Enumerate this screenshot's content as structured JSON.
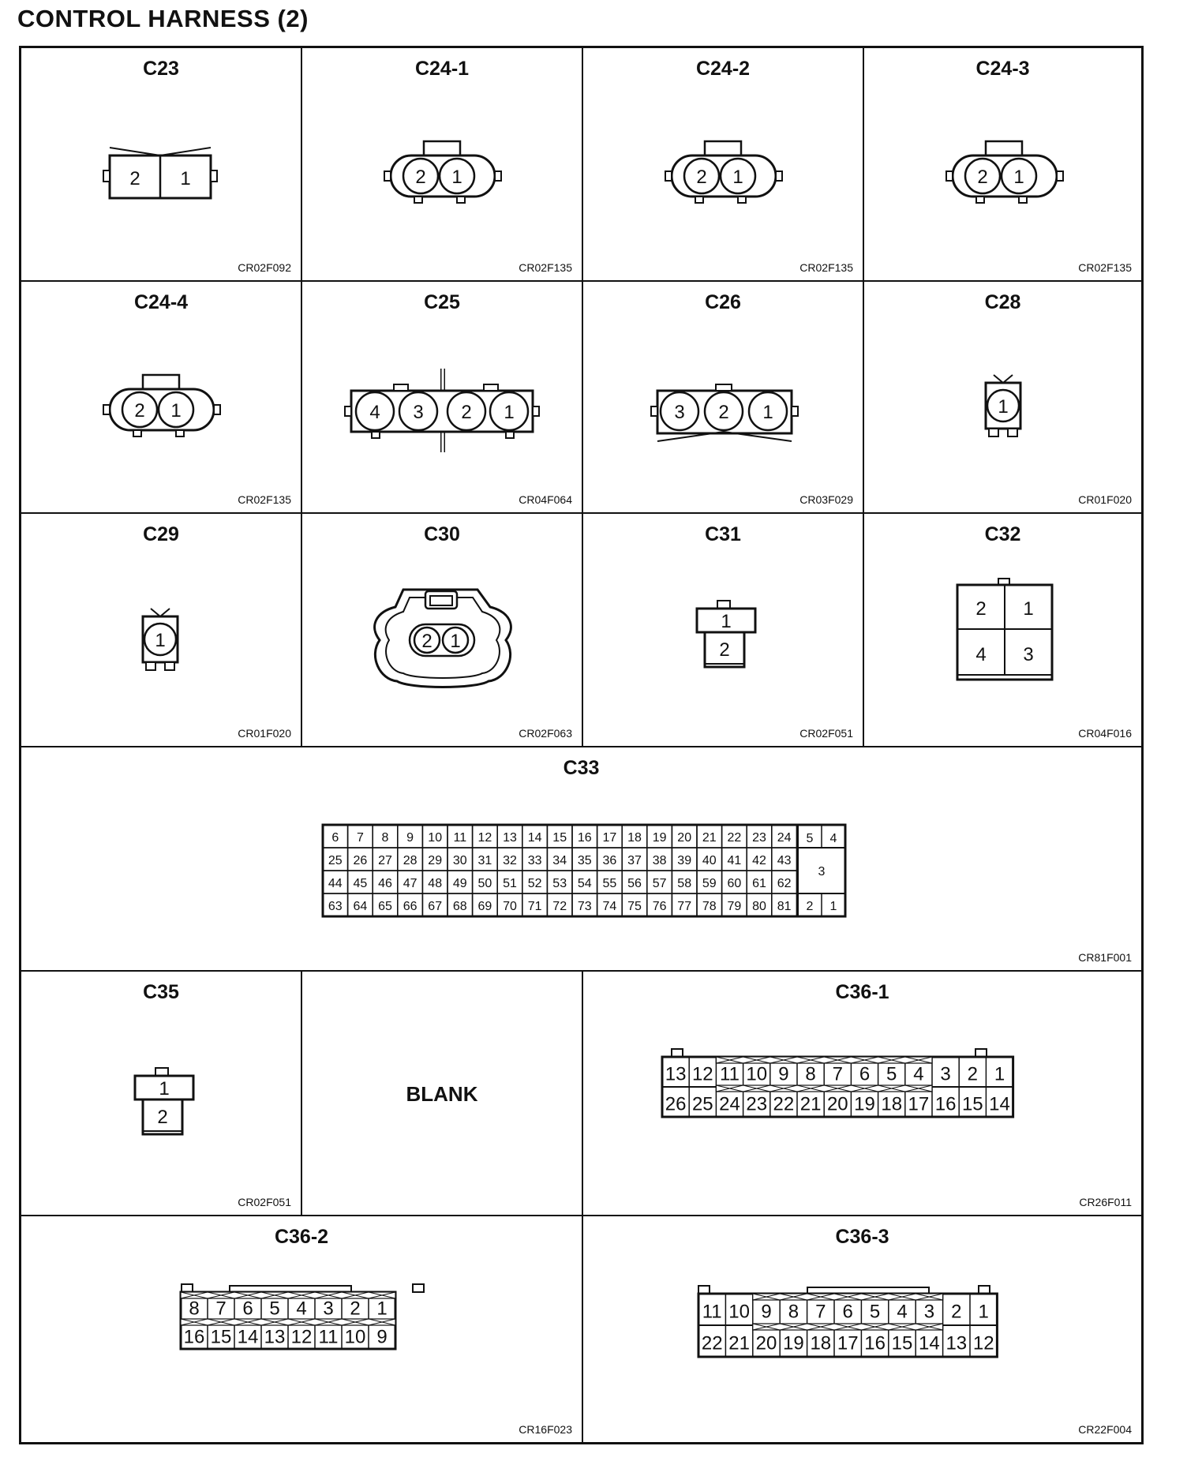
{
  "title": "CONTROL HARNESS (2)",
  "connectors": [
    {
      "id": "c23",
      "name": "C23",
      "code": "CR02F092",
      "pins": [
        "2",
        "1"
      ]
    },
    {
      "id": "c24-1",
      "name": "C24-1",
      "code": "CR02F135",
      "pins": [
        "2",
        "1"
      ]
    },
    {
      "id": "c24-2",
      "name": "C24-2",
      "code": "CR02F135",
      "pins": [
        "2",
        "1"
      ]
    },
    {
      "id": "c24-3",
      "name": "C24-3",
      "code": "CR02F135",
      "pins": [
        "2",
        "1"
      ]
    },
    {
      "id": "c24-4",
      "name": "C24-4",
      "code": "CR02F135",
      "pins": [
        "2",
        "1"
      ]
    },
    {
      "id": "c25",
      "name": "C25",
      "code": "CR04F064",
      "pins": [
        "4",
        "3",
        "2",
        "1"
      ]
    },
    {
      "id": "c26",
      "name": "C26",
      "code": "CR03F029",
      "pins": [
        "3",
        "2",
        "1"
      ]
    },
    {
      "id": "c28",
      "name": "C28",
      "code": "CR01F020",
      "pins": [
        "1"
      ]
    },
    {
      "id": "c29",
      "name": "C29",
      "code": "CR01F020",
      "pins": [
        "1"
      ]
    },
    {
      "id": "c30",
      "name": "C30",
      "code": "CR02F063",
      "pins": [
        "2",
        "1"
      ]
    },
    {
      "id": "c31",
      "name": "C31",
      "code": "CR02F051",
      "pins": [
        "1",
        "2"
      ]
    },
    {
      "id": "c32",
      "name": "C32",
      "code": "CR04F016",
      "pins": [
        "2",
        "1",
        "4",
        "3"
      ]
    },
    {
      "id": "c33",
      "name": "C33",
      "code": "CR81F001",
      "pins": [
        [
          "6",
          "7",
          "8",
          "9",
          "10",
          "11",
          "12",
          "13",
          "14",
          "15",
          "16",
          "17",
          "18",
          "19",
          "20",
          "21",
          "22",
          "23",
          "24"
        ],
        [
          "25",
          "26",
          "27",
          "28",
          "29",
          "30",
          "31",
          "32",
          "33",
          "34",
          "35",
          "36",
          "37",
          "38",
          "39",
          "40",
          "41",
          "42",
          "43"
        ],
        [
          "44",
          "45",
          "46",
          "47",
          "48",
          "49",
          "50",
          "51",
          "52",
          "53",
          "54",
          "55",
          "56",
          "57",
          "58",
          "59",
          "60",
          "61",
          "62"
        ],
        [
          "63",
          "64",
          "65",
          "66",
          "67",
          "68",
          "69",
          "70",
          "71",
          "72",
          "73",
          "74",
          "75",
          "76",
          "77",
          "78",
          "79",
          "80",
          "81"
        ]
      ],
      "side_pins": [
        "5",
        "4",
        "3",
        "2",
        "1"
      ]
    },
    {
      "id": "c35",
      "name": "C35",
      "code": "CR02F051",
      "pins": [
        "1",
        "2"
      ]
    },
    {
      "id": "blank",
      "name": "",
      "code": "",
      "blank_label": "BLANK"
    },
    {
      "id": "c36-1",
      "name": "C36-1",
      "code": "CR26F011",
      "pins": [
        [
          "13",
          "12",
          "11",
          "10",
          "9",
          "8",
          "7",
          "6",
          "5",
          "4",
          "3",
          "2",
          "1"
        ],
        [
          "26",
          "25",
          "24",
          "23",
          "22",
          "21",
          "20",
          "19",
          "18",
          "17",
          "16",
          "15",
          "14"
        ]
      ]
    },
    {
      "id": "c36-2",
      "name": "C36-2",
      "code": "CR16F023",
      "pins": [
        [
          "8",
          "7",
          "6",
          "5",
          "4",
          "3",
          "2",
          "1"
        ],
        [
          "16",
          "15",
          "14",
          "13",
          "12",
          "11",
          "10",
          "9"
        ]
      ]
    },
    {
      "id": "c36-3",
      "name": "C36-3",
      "code": "CR22F004",
      "pins": [
        [
          "11",
          "10",
          "9",
          "8",
          "7",
          "6",
          "5",
          "4",
          "3",
          "2",
          "1"
        ],
        [
          "22",
          "21",
          "20",
          "19",
          "18",
          "17",
          "16",
          "15",
          "14",
          "13",
          "12"
        ]
      ]
    }
  ]
}
